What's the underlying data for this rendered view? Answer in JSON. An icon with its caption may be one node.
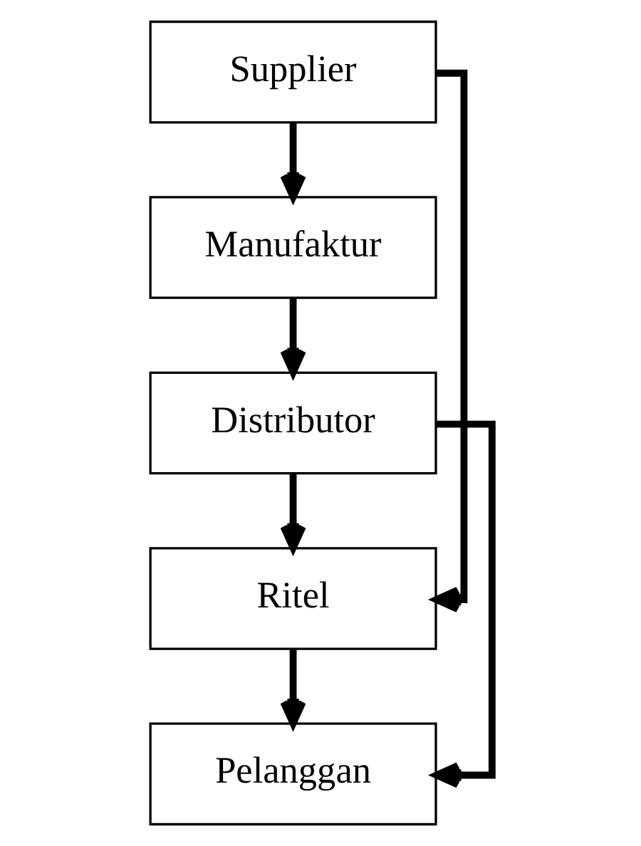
{
  "diagram": {
    "nodes": [
      {
        "text": [
          "Supplier"
        ]
      },
      {
        "text": [
          "Manufaktur"
        ]
      },
      {
        "text": [
          "Distributor"
        ]
      },
      {
        "text": [
          "Ritel"
        ]
      },
      {
        "text": [
          "Pelanggan"
        ]
      }
    ],
    "edges": [
      {
        "from": 0,
        "to": 1,
        "arrow": "to"
      },
      {
        "from": 1,
        "to": 2,
        "arrow": "to"
      },
      {
        "from": 2,
        "to": 3,
        "arrow": "to"
      },
      {
        "from": 3,
        "to": 4,
        "arrow": "to"
      },
      {
        "from": 2,
        "to": 4,
        "arrow": "to"
      },
      {
        "from": 0,
        "to": 3,
        "arrow": "to"
      }
    ]
  }
}
